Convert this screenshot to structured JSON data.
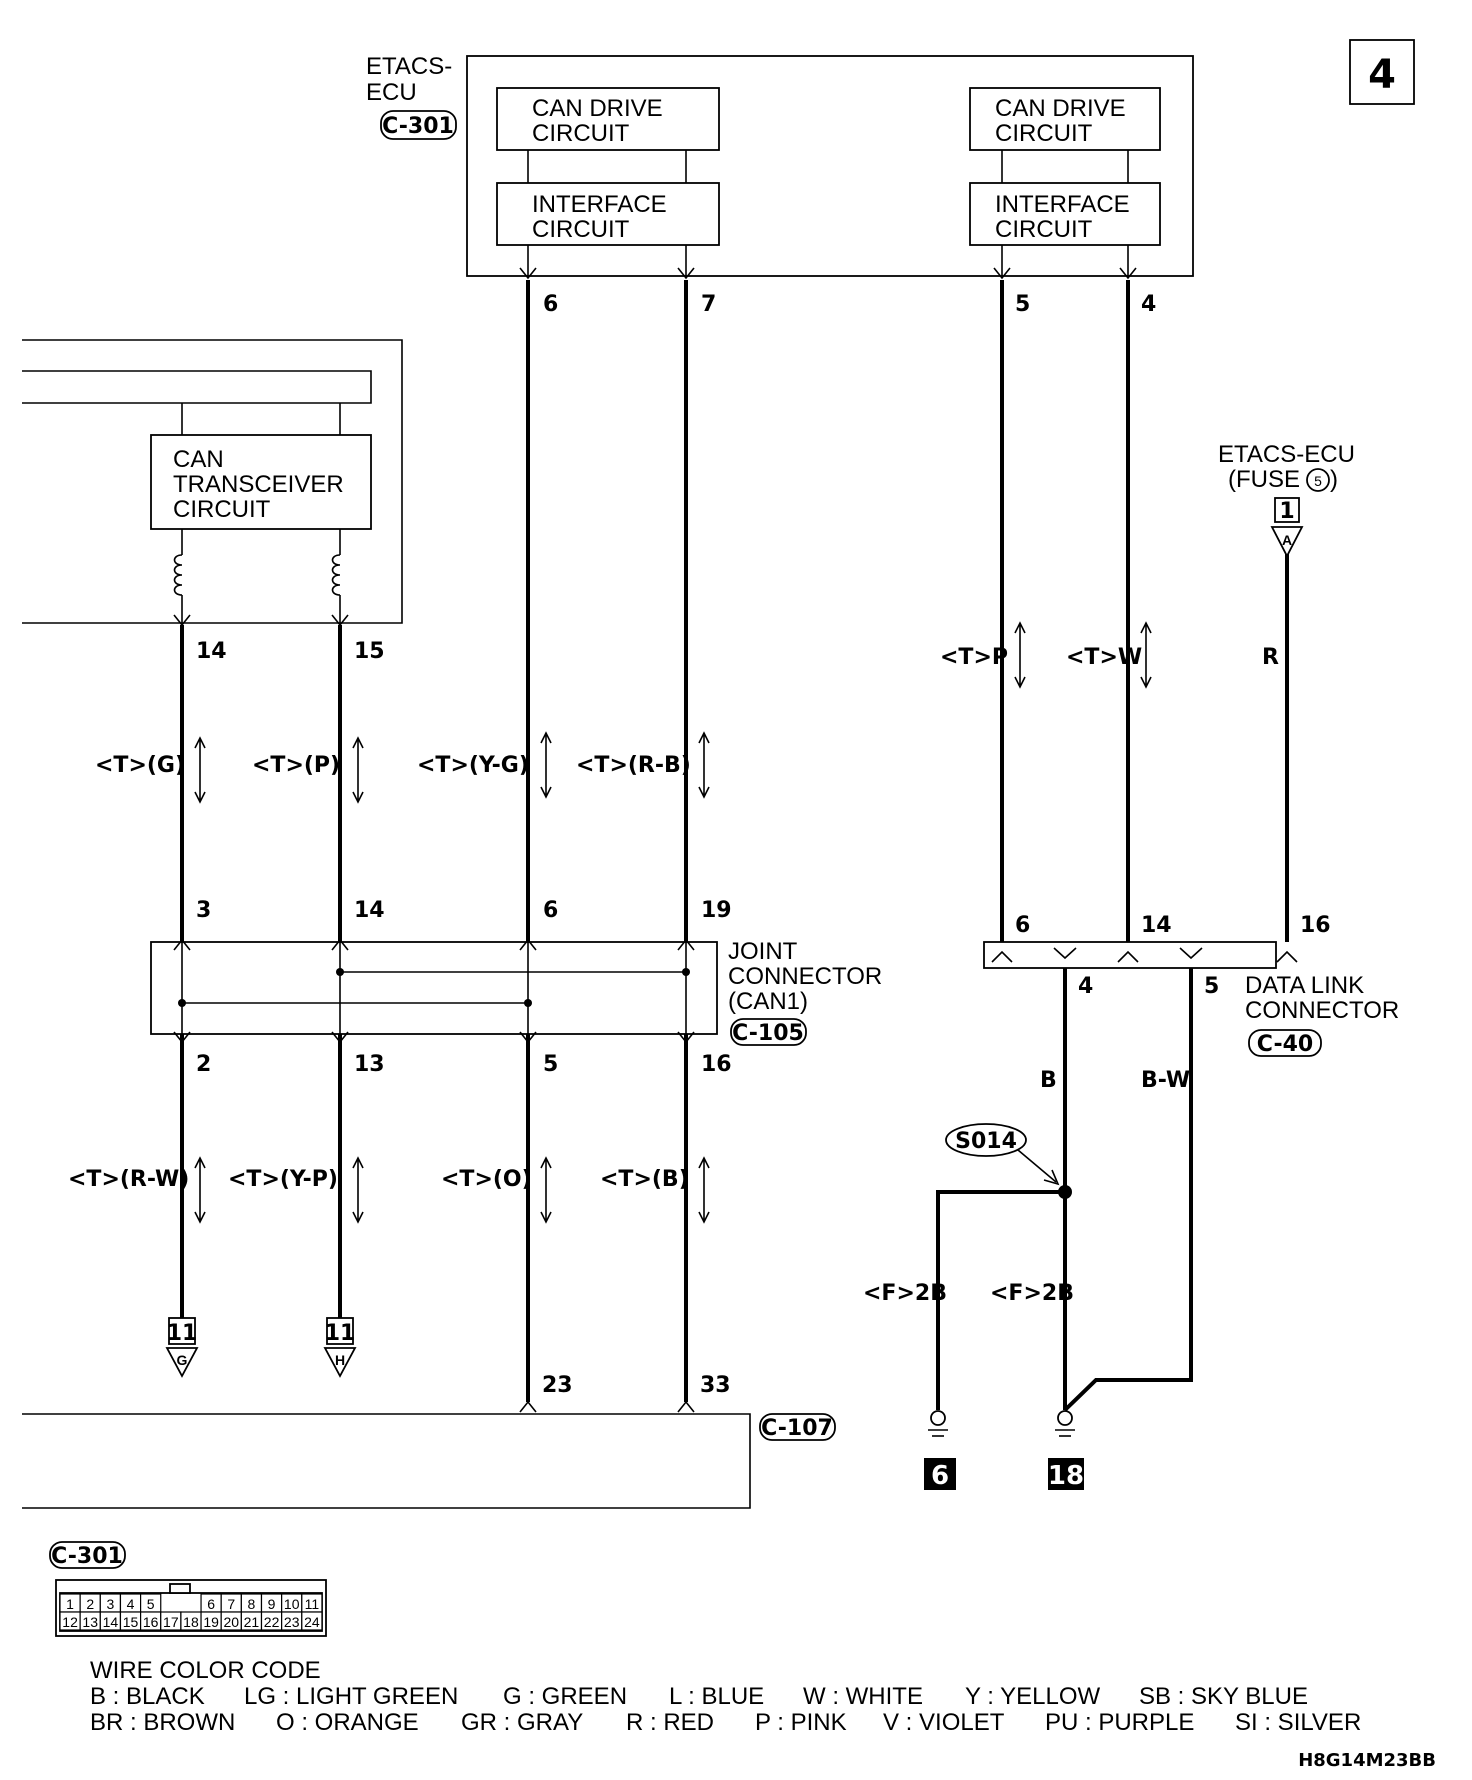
{
  "page_number": "4",
  "diagram_code": "H8G14M23BB",
  "etacs": {
    "title_line1": "ETACS-",
    "title_line2": "ECU",
    "connector": "C-301",
    "left_drive": [
      "CAN DRIVE",
      "CIRCUIT"
    ],
    "left_interface": [
      "INTERFACE",
      "CIRCUIT"
    ],
    "right_drive": [
      "CAN DRIVE",
      "CIRCUIT"
    ],
    "right_interface": [
      "INTERFACE",
      "CIRCUIT"
    ],
    "pins": [
      "6",
      "7",
      "5",
      "4"
    ]
  },
  "transceiver": {
    "label": [
      "CAN",
      "TRANSCEIVER",
      "CIRCUIT"
    ],
    "pins": [
      "14",
      "15"
    ]
  },
  "fuse_source": {
    "line1": "ETACS-ECU",
    "line2_prefix": "(FUSE",
    "fuse_no": "5",
    "line2_suffix": ")",
    "ref_box": "1",
    "ref_letter": "A"
  },
  "wire_labels_upper": [
    "<T>(G)",
    "<T>(P)",
    "<T>(Y-G)",
    "<T>(R-B)",
    "<T>P",
    "<T>W",
    "R"
  ],
  "joint_connector": {
    "label": [
      "JOINT",
      "CONNECTOR",
      "(CAN1)"
    ],
    "connector": "C-105",
    "top_pins": [
      "3",
      "14",
      "6",
      "19"
    ],
    "bottom_pins": [
      "2",
      "13",
      "5",
      "16"
    ]
  },
  "wire_labels_lower": [
    "<T>(R-W)",
    "<T>(Y-P)",
    "<T>(O)",
    "<T>(B)"
  ],
  "off_page_refs": [
    {
      "num": "11",
      "letter": "G"
    },
    {
      "num": "11",
      "letter": "H"
    }
  ],
  "bottom_connector": {
    "connector": "C-107",
    "pins": [
      "23",
      "33"
    ]
  },
  "data_link": {
    "label": [
      "DATA LINK",
      "CONNECTOR"
    ],
    "connector": "C-40",
    "top_pins": [
      "6",
      "14",
      "16"
    ],
    "bottom_pins": [
      "4",
      "5"
    ]
  },
  "ground_wires": {
    "wire_b": "B",
    "wire_bw": "B-W",
    "splice": "S014",
    "left_label": "<F>2B",
    "right_label": "<F>2B",
    "grounds": [
      "6",
      "18"
    ]
  },
  "connector_view": {
    "connector": "C-301",
    "row1": [
      "1",
      "2",
      "3",
      "4",
      "5",
      "6",
      "7",
      "8",
      "9",
      "10",
      "11"
    ],
    "row2": [
      "12",
      "13",
      "14",
      "15",
      "16",
      "17",
      "18",
      "19",
      "20",
      "21",
      "22",
      "23",
      "24"
    ]
  },
  "legend": {
    "title": "WIRE COLOR CODE",
    "row1": [
      "B : BLACK",
      "LG : LIGHT GREEN",
      "G : GREEN",
      "L : BLUE",
      "W : WHITE",
      "Y : YELLOW",
      "SB : SKY BLUE"
    ],
    "row2": [
      "BR : BROWN",
      "O : ORANGE",
      "GR : GRAY",
      "R : RED",
      "P : PINK",
      "V : VIOLET",
      "PU : PURPLE",
      "SI : SILVER"
    ]
  }
}
